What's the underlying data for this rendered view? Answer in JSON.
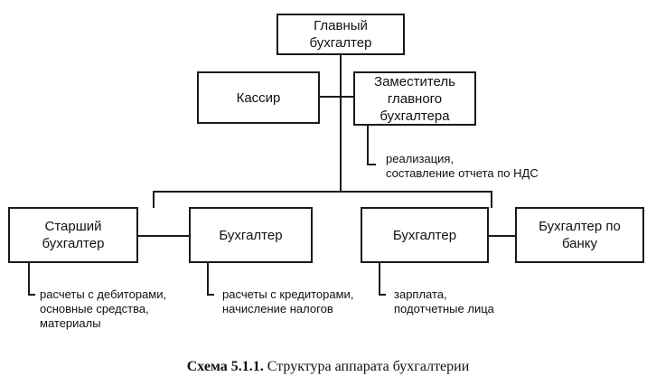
{
  "nodes": {
    "chief": {
      "line1": "Главный",
      "line2": "бухгалтер"
    },
    "cashier": "Кассир",
    "deputy": {
      "line1": "Заместитель",
      "line2": "главного",
      "line3": "бухгалтера"
    },
    "senior": "Старший бухгалтер",
    "accountant_1": "Бухгалтер",
    "accountant_2": "Бухгалтер",
    "bank": "Бухгалтер по банку"
  },
  "notes": {
    "deputy": [
      "реализация,",
      "составление отчета по НДС"
    ],
    "senior": [
      "расчеты с дебиторами,",
      "основные средства,",
      "материалы"
    ],
    "accountant_1": [
      "расчеты с кредиторами,",
      "начисление налогов"
    ],
    "accountant_2": [
      "зарплата,",
      "подотчетные лица"
    ]
  },
  "caption": {
    "number": "Схема 5.1.1.",
    "text": "Структура аппарата бухгалтерии"
  }
}
